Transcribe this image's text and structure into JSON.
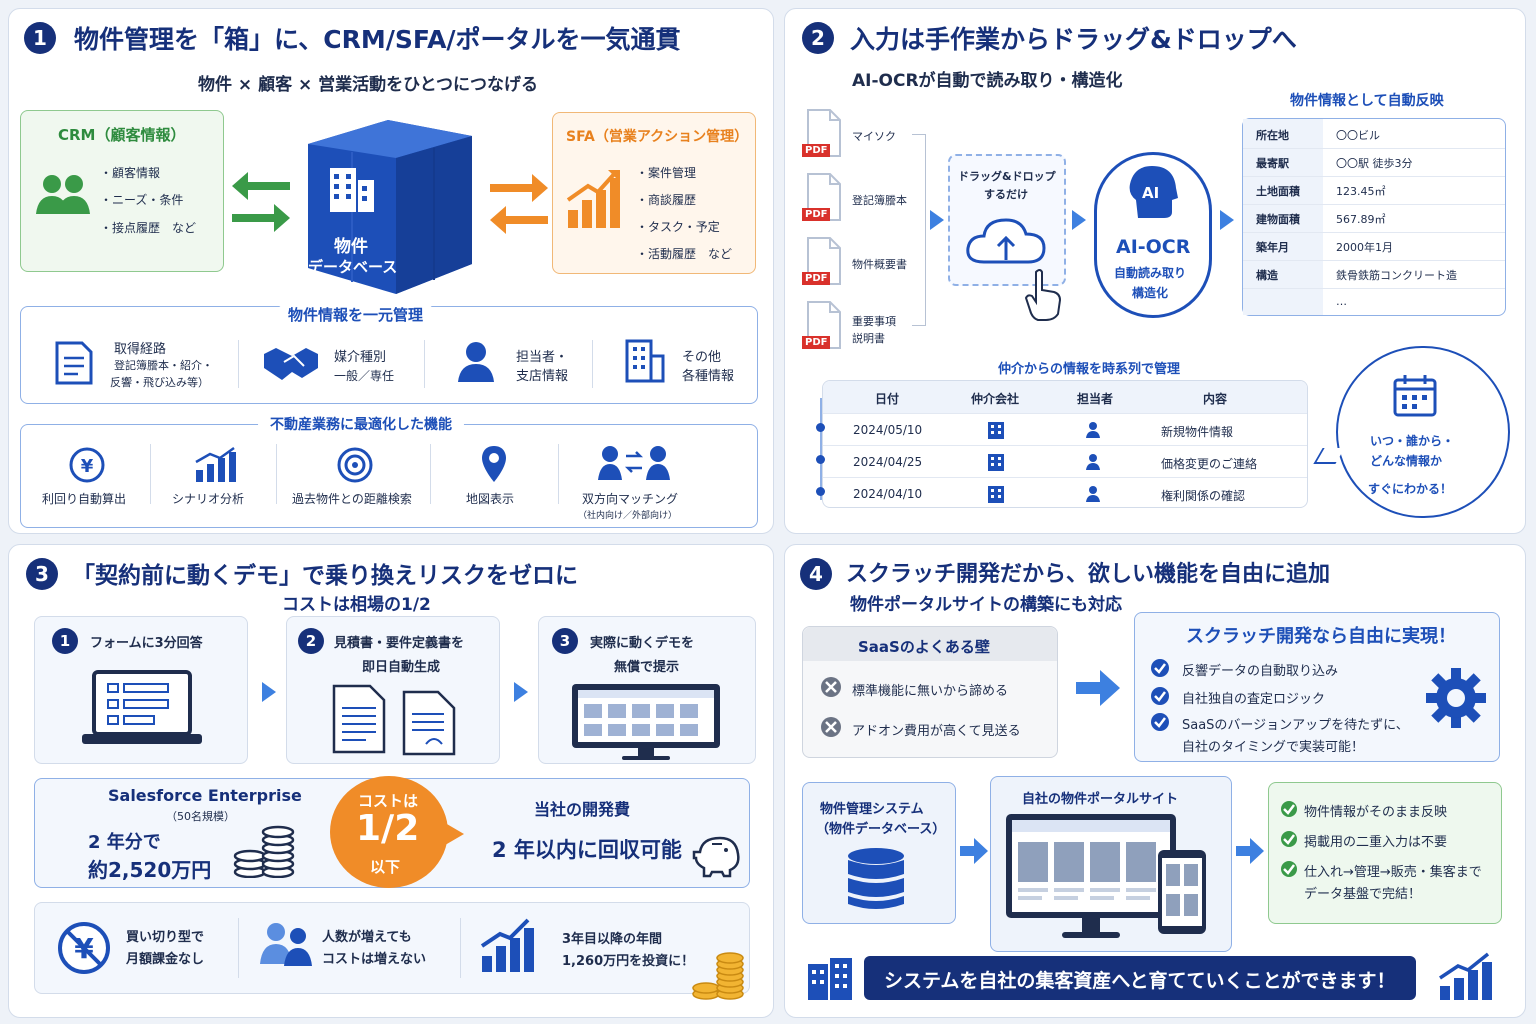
{
  "p1": {
    "num": "1",
    "title": "物件管理を「箱」に、CRM/SFA/ポータルを一気通貫",
    "subtitle": "物件 × 顧客 × 営業活動をひとつにつなげる",
    "crm": {
      "title": "CRM（顧客情報）",
      "items": [
        "・顧客情報",
        "・ニーズ・条件",
        "・接点履歴　など"
      ]
    },
    "sfa": {
      "title": "SFA（営業アクション管理）",
      "items": [
        "・案件管理",
        "・商談履歴",
        "・タスク・予定",
        "・活動履歴　など"
      ]
    },
    "cube_label_1": "物件",
    "cube_label_2": "データベース",
    "unified_title": "物件情報を一元管理",
    "unified": [
      {
        "l1": "取得経路",
        "l2": "登記簿謄本・紹介・",
        "l3": "反響・飛び込み等）"
      },
      {
        "l1": "媒介種別",
        "l2": "一般／専任",
        "l3": ""
      },
      {
        "l1": "担当者・",
        "l2": "支店情報",
        "l3": ""
      },
      {
        "l1": "その他",
        "l2": "各種情報",
        "l3": ""
      }
    ],
    "features_title": "不動産業務に最適化した機能",
    "features": [
      {
        "label": "利回り自動算出",
        "sub": ""
      },
      {
        "label": "シナリオ分析",
        "sub": ""
      },
      {
        "label": "過去物件との距離検索",
        "sub": ""
      },
      {
        "label": "地図表示",
        "sub": ""
      },
      {
        "label": "双方向マッチング",
        "sub": "（社内向け／外部向け）"
      }
    ]
  },
  "p2": {
    "num": "2",
    "title": "入力は手作業からドラッグ&ドロップへ",
    "subtitle": "AI-OCRが自動で読み取り・構造化",
    "pdf_tag": "PDF",
    "docs": [
      "マイソク",
      "登記簿謄本",
      "物件概要書",
      "重要事項",
      "説明書"
    ],
    "drop_l1": "ドラッグ&ドロップ",
    "drop_l2": "するだけ",
    "ai_badge": "AI",
    "ai_title": "AI-OCR",
    "ai_l1": "自動読み取り",
    "ai_l2": "構造化",
    "reflect_title": "物件情報として自動反映",
    "reflect": [
      [
        "所在地",
        "〇〇ビル"
      ],
      [
        "最寄駅",
        "〇〇駅 徒歩3分"
      ],
      [
        "土地面積",
        "123.45㎡"
      ],
      [
        "建物面積",
        "567.89㎡"
      ],
      [
        "築年月",
        "2000年1月"
      ],
      [
        "構造",
        "鉄骨鉄筋コンクリート造"
      ],
      [
        "",
        "…"
      ]
    ],
    "timeline_title": "仲介からの情報を時系列で管理",
    "table_head": [
      "日付",
      "仲介会社",
      "担当者",
      "内容"
    ],
    "table_rows": [
      [
        "2024/05/10",
        "新規物件情報"
      ],
      [
        "2024/04/25",
        "価格変更のご連絡"
      ],
      [
        "2024/04/10",
        "権利関係の確認"
      ]
    ],
    "bubble": [
      "いつ・誰から・",
      "どんな情報か",
      "すぐにわかる！"
    ]
  },
  "p3": {
    "num": "3",
    "title": "「契約前に動くデモ」で乗り換えリスクをゼロに",
    "subtitle": "コストは相場の1/2",
    "steps": [
      {
        "n": "1",
        "l1": "フォームに3分回答",
        "l2": ""
      },
      {
        "n": "2",
        "l1": "見積書・要件定義書を",
        "l2": "即日自動生成"
      },
      {
        "n": "3",
        "l1": "実際に動くデモを",
        "l2": "無償で提示"
      }
    ],
    "sf_title": "Salesforce Enterprise",
    "sf_sub": "（50名規模）",
    "sf_l1": "2 年分で",
    "sf_l2": "約2,520万円",
    "cost_l1": "コストは",
    "cost_l2": "1/2",
    "cost_l3": "以下",
    "own_title": "当社の開発費",
    "own_val": "2 年以内に回収可能",
    "benefits": [
      {
        "l1": "買い切り型で",
        "l2": "月額課金なし"
      },
      {
        "l1": "人数が増えても",
        "l2": "コストは増えない"
      },
      {
        "l1": "3年目以降の年間",
        "l2": "1,260万円を投資に！"
      }
    ]
  },
  "p4": {
    "num": "4",
    "title": "スクラッチ開発だから、欲しい機能を自由に追加",
    "subtitle": "物件ポータルサイトの構築にも対応",
    "saas_title": "SaaSのよくある壁",
    "saas_items": [
      "標準機能に無いから諦める",
      "アドオン費用が高くて見送る"
    ],
    "scratch_title": "スクラッチ開発なら自由に実現！",
    "scratch_items": [
      "反響データの自動取り込み",
      "自社独自の査定ロジック",
      "SaaSのバージョンアップを待たずに、"
    ],
    "scratch_tail": "自社のタイミングで実装可能！",
    "sys_l1": "物件管理システム",
    "sys_l2": "（物件データベース）",
    "portal_title": "自社の物件ポータルサイト",
    "results": [
      "物件情報がそのまま反映",
      "掲載用の二重入力は不要",
      "仕入れ→管理→販売・集客まで"
    ],
    "results_tail": "データ基盤で完結！",
    "banner": "システムを自社の集客資産へと育てていくことができます！"
  }
}
